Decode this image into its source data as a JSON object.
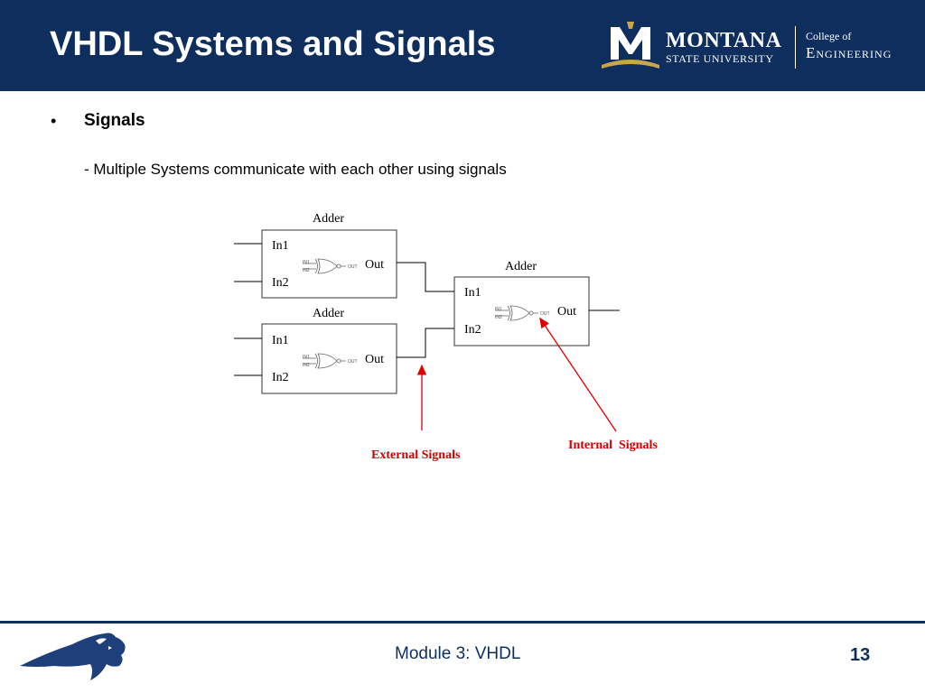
{
  "slide": {
    "title": "VHDL Systems and Signals",
    "logo": {
      "montana": "MONTANA",
      "university": "STATE UNIVERSITY",
      "college_of": "College of",
      "engineering": "Engineering"
    },
    "bullet_symbol": "•",
    "bullet_heading": "Signals",
    "bullet_text": "- Multiple Systems communicate with each other using signals"
  },
  "diagram": {
    "adders": [
      {
        "title": "Adder",
        "in1": "In1",
        "in2": "In2",
        "out": "Out"
      },
      {
        "title": "Adder",
        "in1": "In1",
        "in2": "In2",
        "out": "Out"
      },
      {
        "title": "Adder",
        "in1": "In1",
        "in2": "In2",
        "out": "Out"
      }
    ],
    "gate_labels": {
      "in1": "IN1",
      "in2": "IN2",
      "out": "OUT"
    },
    "external_label": "External Signals",
    "internal_label": "Internal  Signals",
    "label_color": "#d40000"
  },
  "footer": {
    "module": "Module 3: VHDL",
    "page": "13"
  },
  "colors": {
    "brand_navy": "#0e2e5e",
    "brand_gold": "#c9a64b",
    "arrow_red": "#e00000"
  }
}
